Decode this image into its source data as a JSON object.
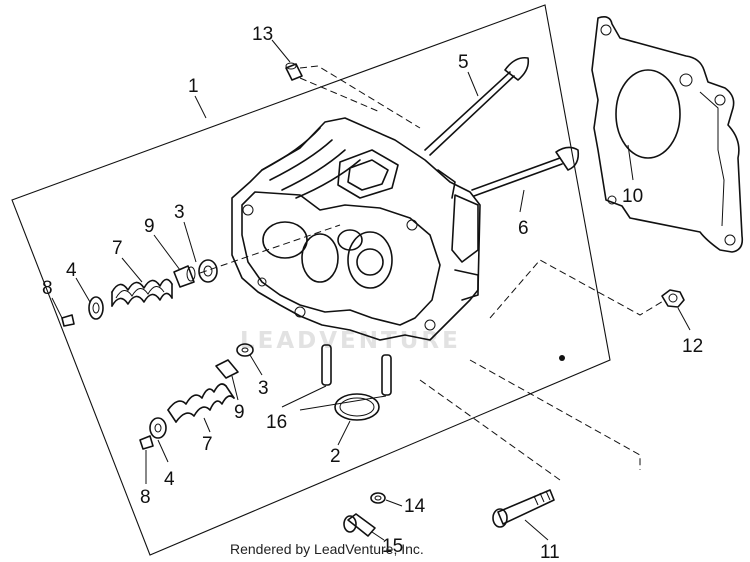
{
  "watermark": "LEADVENTURE",
  "credit": "Rendered by LeadVenture, Inc.",
  "callouts": [
    {
      "id": "c1",
      "text": "1"
    },
    {
      "id": "c2",
      "text": "2"
    },
    {
      "id": "c3a",
      "text": "3"
    },
    {
      "id": "c3b",
      "text": "3"
    },
    {
      "id": "c4a",
      "text": "4"
    },
    {
      "id": "c4b",
      "text": "4"
    },
    {
      "id": "c5",
      "text": "5"
    },
    {
      "id": "c6",
      "text": "6"
    },
    {
      "id": "c7a",
      "text": "7"
    },
    {
      "id": "c7b",
      "text": "7"
    },
    {
      "id": "c8a",
      "text": "8"
    },
    {
      "id": "c8b",
      "text": "8"
    },
    {
      "id": "c9a",
      "text": "9"
    },
    {
      "id": "c9b",
      "text": "9"
    },
    {
      "id": "c10",
      "text": "10"
    },
    {
      "id": "c11",
      "text": "11"
    },
    {
      "id": "c12",
      "text": "12"
    },
    {
      "id": "c13",
      "text": "13"
    },
    {
      "id": "c14",
      "text": "14"
    },
    {
      "id": "c15",
      "text": "15"
    },
    {
      "id": "c16",
      "text": "16"
    }
  ]
}
